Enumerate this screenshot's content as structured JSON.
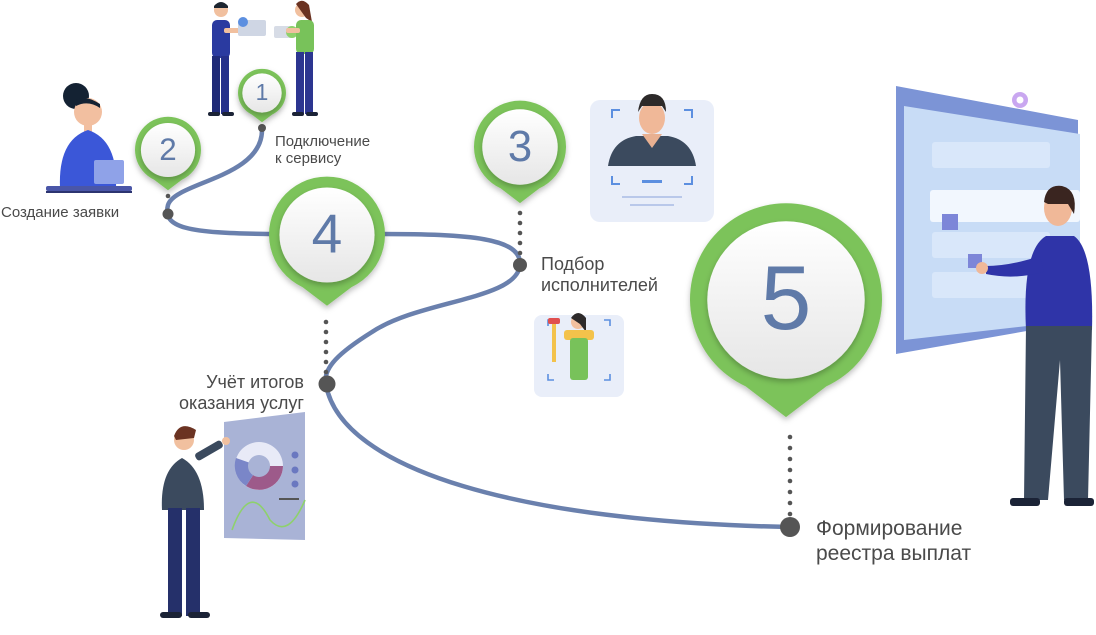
{
  "steps": [
    {
      "number": "1",
      "label_lines": [
        "Подключение",
        "к сервису"
      ]
    },
    {
      "number": "2",
      "label_lines": [
        "Создание заявки"
      ]
    },
    {
      "number": "3",
      "label_lines": [
        "Подбор",
        "исполнителей"
      ]
    },
    {
      "number": "4",
      "label_lines": [
        "Учёт итогов",
        "оказания услуг"
      ]
    },
    {
      "number": "5",
      "label_lines": [
        "Формирование",
        "реестра выплат"
      ]
    }
  ],
  "colors": {
    "path": "#6a80ad",
    "pin_green": "#7cc35a",
    "pin_green_dark": "#5fa843",
    "circle_fill": "#f4f4f4",
    "number": "#5f7aa8",
    "node": "#555555",
    "label_text": "#4a4a4a",
    "person_shirt_blue": "#3550c8",
    "person_shirt_dark": "#3b4a5e",
    "person_pants": "#25306a",
    "screen_light": "#c8dcf6",
    "card_bg": "#e9eef9"
  },
  "icons": [
    "woman-laptop-icon",
    "people-exchange-icon",
    "face-scan-card-icon",
    "worker-card-icon",
    "analytics-board-icon",
    "man-screen-icon",
    "gear-icon"
  ]
}
